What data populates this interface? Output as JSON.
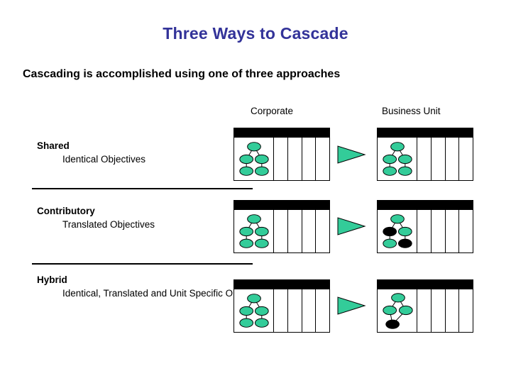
{
  "slide": {
    "title": "Three Ways to Cascade",
    "subtitle": "Cascading is accomplished using one of three approaches",
    "title_color": "#333399",
    "node_color": "#33CC99",
    "node_alt_color": "#000000",
    "arrow_color": "#33CC99"
  },
  "columns": [
    {
      "label": "Corporate"
    },
    {
      "label": "Business Unit"
    }
  ],
  "rows": [
    {
      "title": "Shared",
      "subtitle": "Identical Objectives",
      "arrow": "right-arrow",
      "corporate": {
        "layout": "tree-5",
        "nodes": [
          "green",
          "green",
          "green",
          "green",
          "green"
        ]
      },
      "business_unit": {
        "layout": "tree-5",
        "nodes": [
          "green",
          "green",
          "green",
          "green",
          "green"
        ]
      }
    },
    {
      "title": "Contributory",
      "subtitle": "Translated Objectives",
      "arrow": "right-arrow",
      "corporate": {
        "layout": "tree-5",
        "nodes": [
          "green",
          "green",
          "green",
          "green",
          "green"
        ]
      },
      "business_unit": {
        "layout": "tree-5",
        "nodes": [
          "green",
          "black",
          "green",
          "green",
          "black"
        ]
      }
    },
    {
      "title": "Hybrid",
      "subtitle": "Identical, Translated and Unit Specific Objectives",
      "arrow": "right-arrow",
      "corporate": {
        "layout": "tree-5",
        "nodes": [
          "green",
          "green",
          "green",
          "green",
          "green"
        ]
      },
      "business_unit": {
        "layout": "tree-4-converge",
        "nodes": [
          "green",
          "green",
          "green",
          "black"
        ]
      }
    }
  ]
}
